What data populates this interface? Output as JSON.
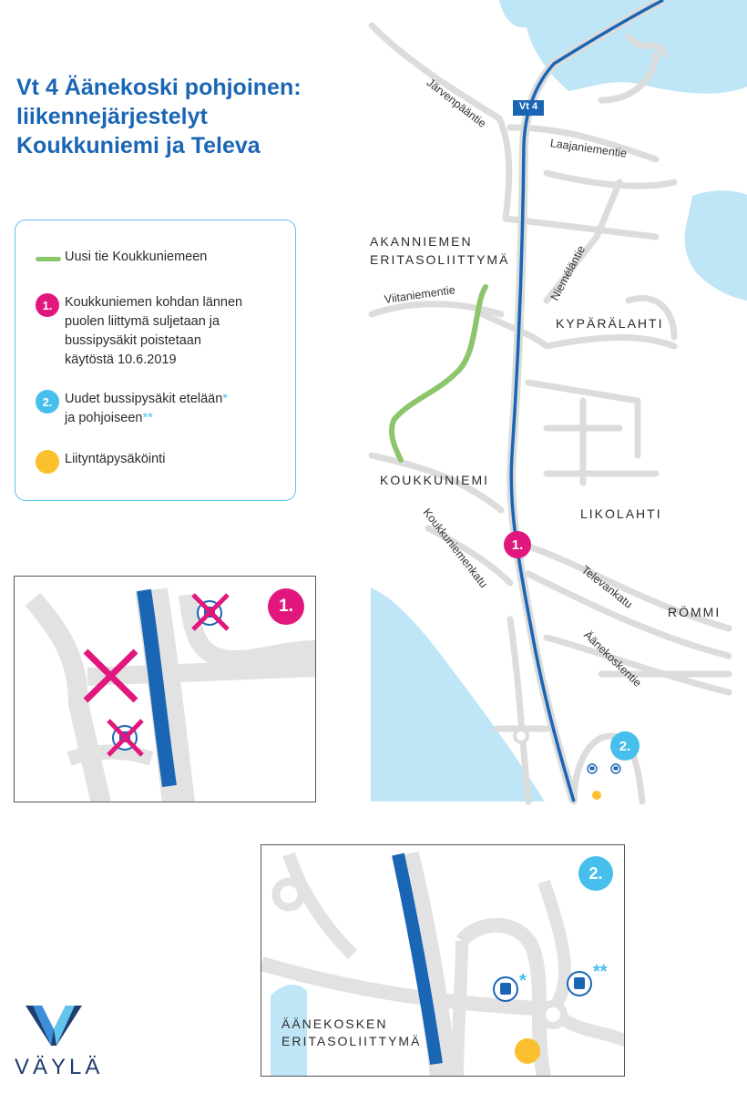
{
  "title": {
    "line1": "Vt 4 Äänekoski pohjoinen:",
    "line2": "liikennejärjestelyt",
    "line3": "Koukkuniemi ja Televa"
  },
  "legend": {
    "new_road": "Uusi tie Koukkuniemeen",
    "item1_badge": "1.",
    "item1_lines": [
      "Koukkuniemen kohdan lännen",
      "puolen liittymä suljetaan ja",
      "bussipysäkit poistetaan",
      "käytöstä 10.6.2019"
    ],
    "item2_badge": "2.",
    "item2_line1": "Uudet bussipysäkit etelään",
    "item2_star1": "*",
    "item2_line2": "ja pohjoiseen",
    "item2_star2": "**",
    "parking": "Liityntäpysäköinti"
  },
  "map": {
    "road_sign": "Vt 4",
    "places": {
      "akanniemi1": "AKANNIEMEN",
      "akanniemi2": "ERITASOLIITTYMÄ",
      "kyparalahti": "KYPÄRÄLAHTI",
      "koukkuniemi": "KOUKKUNIEMI",
      "likolahti": "LIKOLAHTI",
      "rommi": "RÖMMI"
    },
    "streets": {
      "jarvenpaantie": "Järvenpääntie",
      "laajaniementie": "Laajaniementie",
      "nieméntie": "Nieméläntie",
      "viitaniementie": "Viitaniementie",
      "koukkuniemenkatu": "Koukkuniemenkatu",
      "televankatu": "Televankatu",
      "aanekoskentie": "Äänekoskentie"
    },
    "marker1": "1.",
    "marker2": "2."
  },
  "inset1": {
    "badge": "1."
  },
  "inset2": {
    "badge": "2.",
    "place1": "ÄÄNEKOSKEN",
    "place2": "ERITASOLIITTYMÄ",
    "star_south": "*",
    "star_north": "**"
  },
  "logo": {
    "text": "VÄYLÄ"
  },
  "colors": {
    "highway": "#1a66b5",
    "new_road": "#8cc66b",
    "water": "#bfe6f7",
    "roads": "#dcdcdc",
    "marker1": "#e2177d",
    "marker2": "#47bfec",
    "parking": "#fbc02d"
  }
}
